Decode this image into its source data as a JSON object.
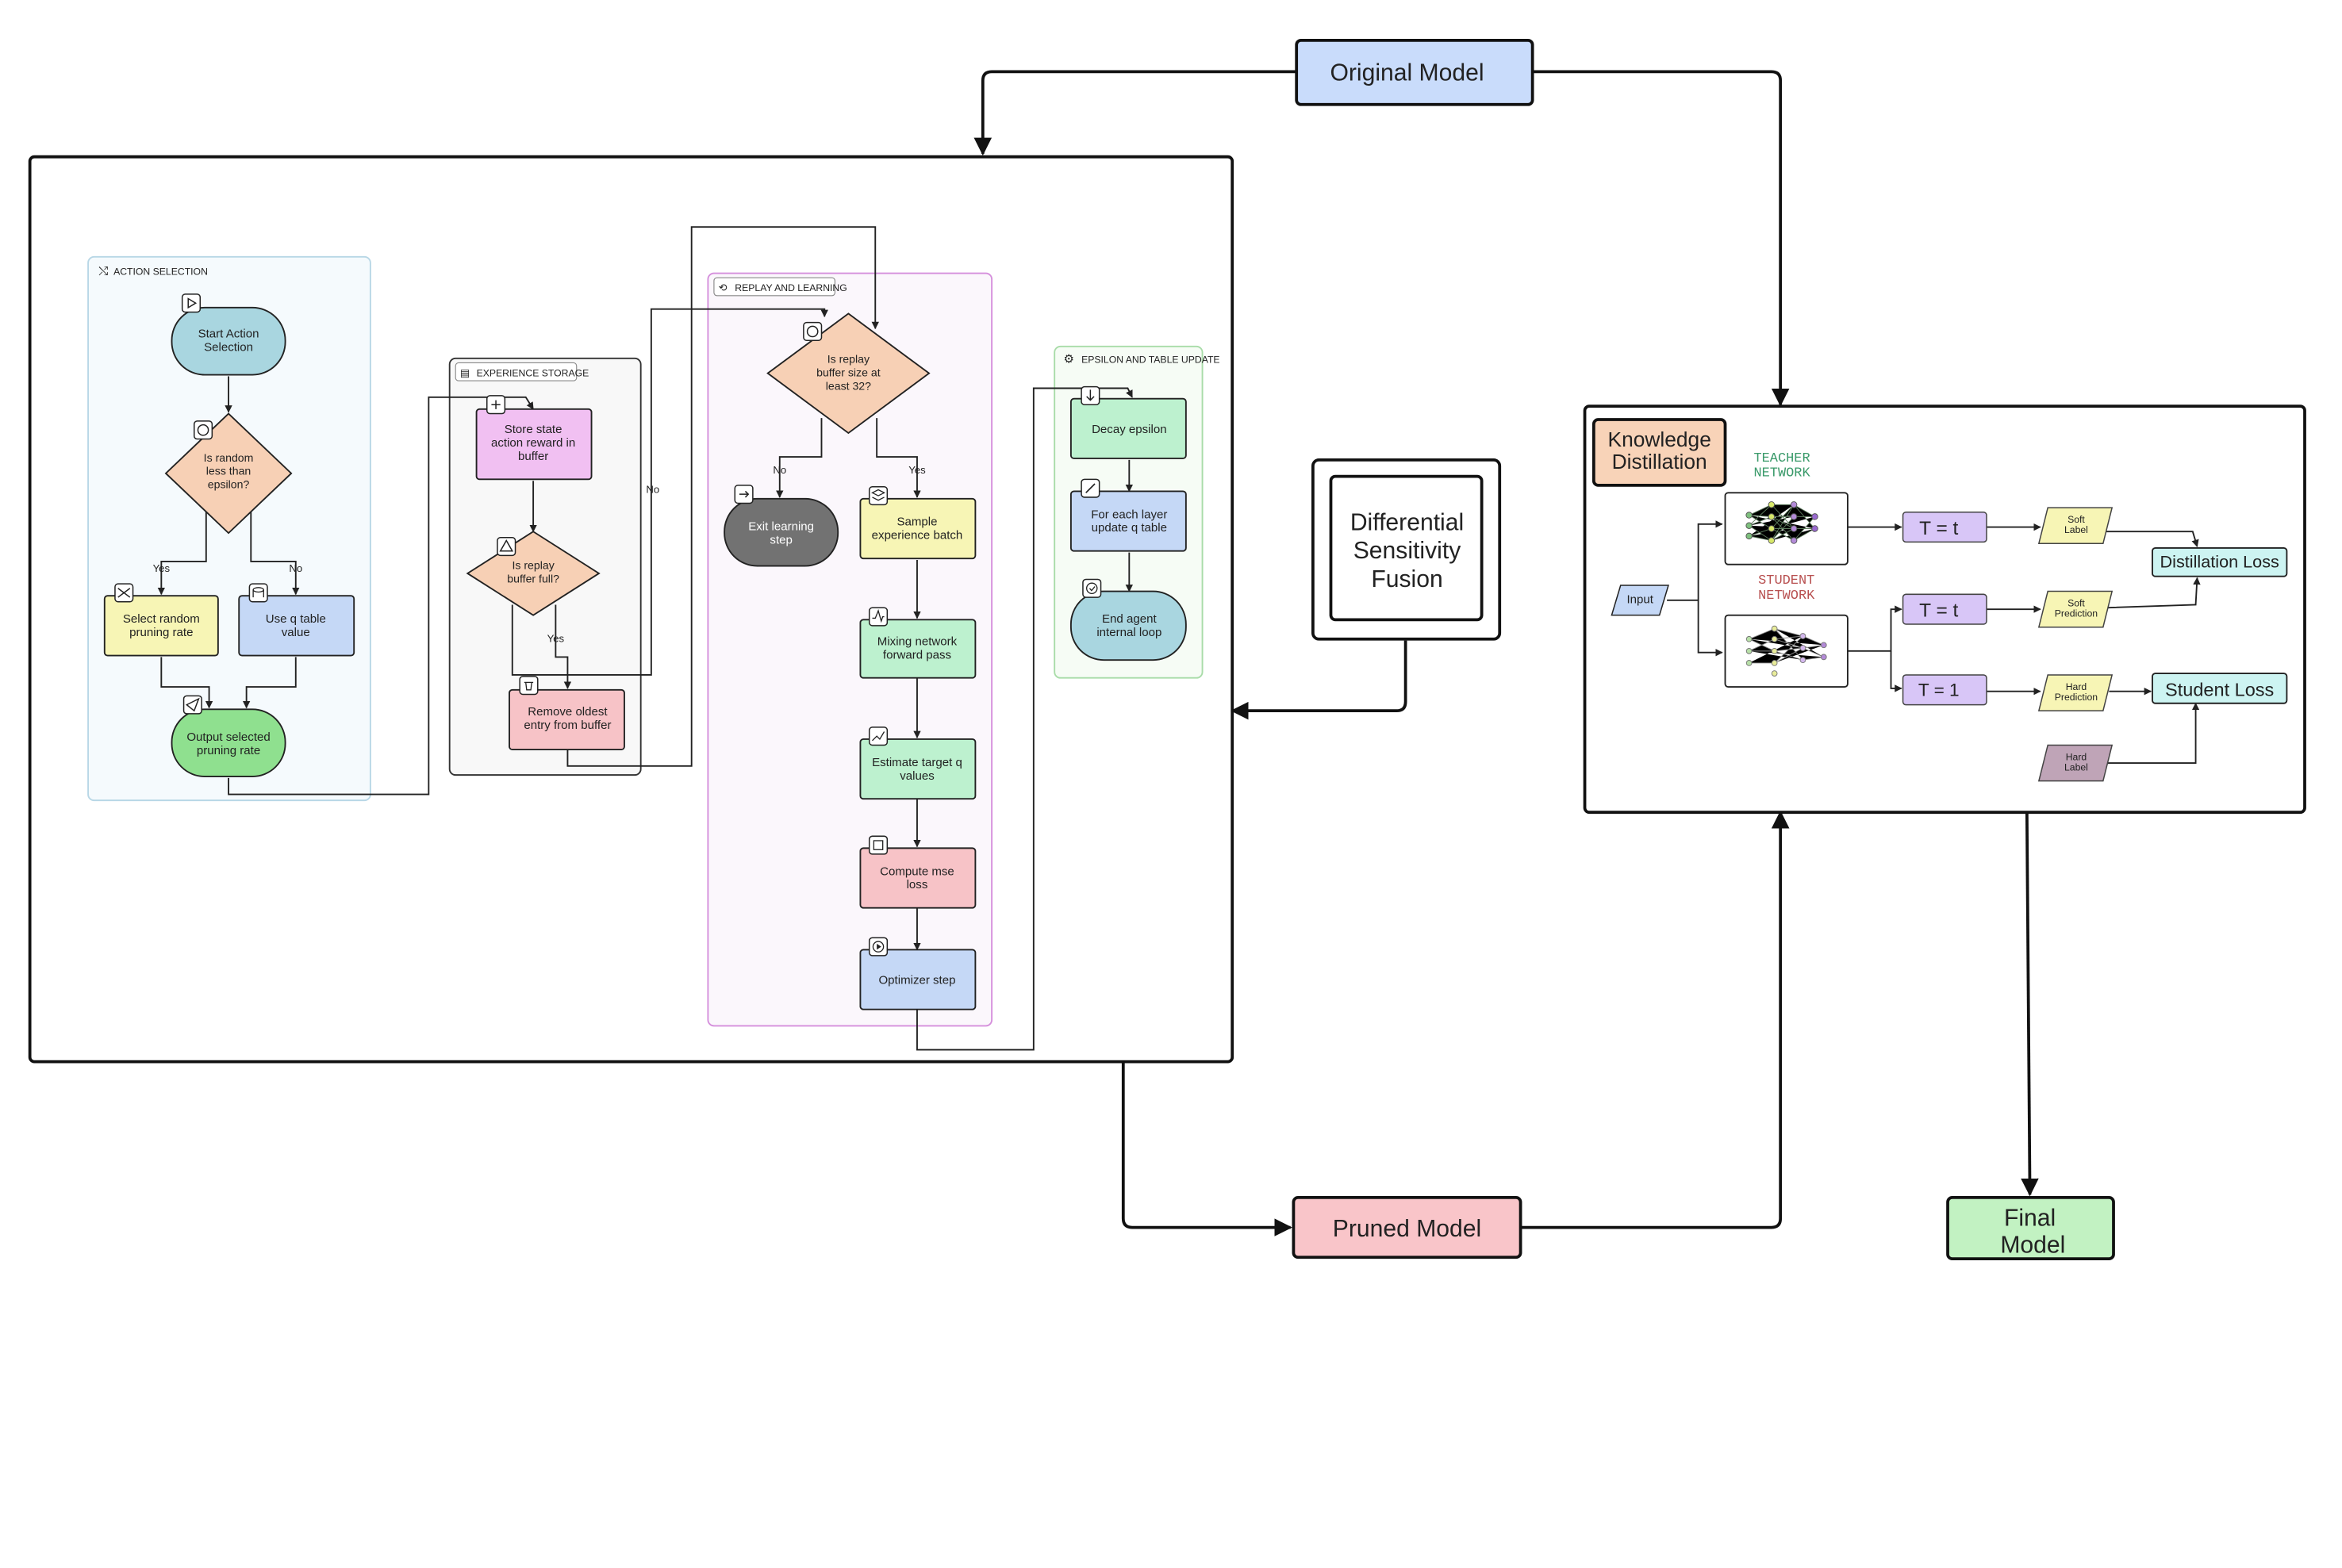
{
  "main_nodes": {
    "original_model": "Original Model",
    "pruned_model": "Pruned Model",
    "final_model": [
      "Final",
      "Model"
    ],
    "dsf": [
      "Differential",
      "Sensitivity",
      "Fusion"
    ]
  },
  "groups": {
    "action_selection": "ACTION SELECTION",
    "experience_storage": "EXPERIENCE STORAGE",
    "replay_learning": "REPLAY AND LEARNING",
    "epsilon_update": "EPSILON AND TABLE UPDATE"
  },
  "nodes": {
    "start_action": [
      "Start Action",
      "Selection"
    ],
    "is_random": [
      "Is random",
      "less than",
      "epsilon?"
    ],
    "select_random": [
      "Select random",
      "pruning rate"
    ],
    "use_q": [
      "Use q table",
      "value"
    ],
    "output_selected": [
      "Output selected",
      "pruning rate"
    ],
    "store_state": [
      "Store state",
      "action reward in",
      "buffer"
    ],
    "is_buffer_full": [
      "Is replay",
      "buffer full?"
    ],
    "remove_oldest": [
      "Remove oldest",
      "entry from buffer"
    ],
    "is_buffer_size": [
      "Is replay",
      "buffer size at",
      "least 32?"
    ],
    "exit_learning": [
      "Exit learning",
      "step"
    ],
    "sample_batch": [
      "Sample",
      "experience batch"
    ],
    "mixing_forward": [
      "Mixing network",
      "forward pass"
    ],
    "estimate_target": [
      "Estimate target q",
      "values"
    ],
    "compute_mse": [
      "Compute mse",
      "loss"
    ],
    "optimizer_step": [
      "Optimizer step"
    ],
    "decay_epsilon": [
      "Decay epsilon"
    ],
    "for_each_layer": [
      "For each layer",
      "update q table"
    ],
    "end_agent": [
      "End agent",
      "internal loop"
    ]
  },
  "edge_labels": {
    "yes": "Yes",
    "no": "No"
  },
  "kd": {
    "title": [
      "Knowledge",
      "Distillation"
    ],
    "teacher": [
      "TEACHER",
      "NETWORK"
    ],
    "student": [
      "STUDENT",
      "NETWORK"
    ],
    "input": "Input",
    "t_teacher": "T = t",
    "t_student": "T = t",
    "t_one": "T = 1",
    "soft_label": [
      "Soft",
      "Label"
    ],
    "soft_prediction": [
      "Soft",
      "Prediction"
    ],
    "hard_prediction": [
      "Hard",
      "Prediction"
    ],
    "hard_label": [
      "Hard",
      "Label"
    ],
    "distillation_loss": "Distillation Loss",
    "student_loss": "Student Loss"
  },
  "colors": {
    "original_model": "#c9dcfb",
    "pruned_model": "#f9c5c9",
    "final_model": "#c2f2c2",
    "kd_title": "#f8d3b8",
    "teal": "#a9d6e0",
    "diamond": "#f7d0b5",
    "yellow": "#f7f5b5",
    "blue": "#c5d8f6",
    "green": "#8fe08f",
    "pink": "#f1c0f2",
    "red": "#f7c3c7",
    "mint": "#bdf1cf",
    "gray": "#727272",
    "purple": "#d8c6f7",
    "cyan": "#cdf4f2",
    "mauve": "#bfa4b7",
    "teacher_text": "#3a9a6a",
    "student_text": "#b85050"
  }
}
